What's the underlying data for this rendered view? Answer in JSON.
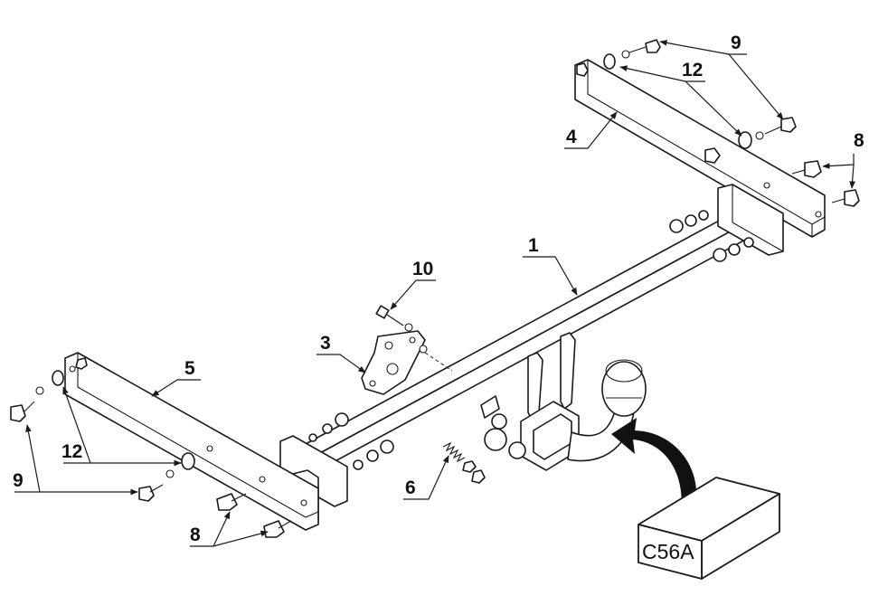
{
  "callouts": {
    "part_1": "1",
    "part_3": "3",
    "part_4": "4",
    "part_5": "5",
    "part_6": "6",
    "part_8_right": "8",
    "part_8_left": "8",
    "part_9_right": "9",
    "part_9_left": "9",
    "part_10": "10",
    "part_12_right": "12",
    "part_12_left": "12"
  },
  "kit_box": {
    "code": "C56A"
  },
  "colors": {
    "line": "#1a1a1a",
    "background": "#ffffff"
  }
}
